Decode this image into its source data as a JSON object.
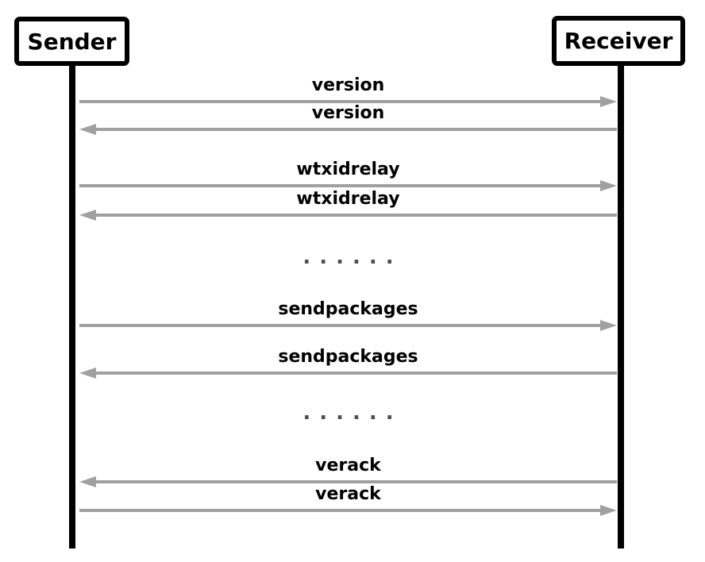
{
  "diagram": {
    "actors": [
      {
        "name": "Sender"
      },
      {
        "name": "Receiver"
      }
    ],
    "messages": [
      {
        "label": "version",
        "from": "Sender",
        "to": "Receiver",
        "direction": "right"
      },
      {
        "label": "version",
        "from": "Receiver",
        "to": "Sender",
        "direction": "left"
      },
      {
        "label": "wtxidrelay",
        "from": "Sender",
        "to": "Receiver",
        "direction": "right"
      },
      {
        "label": "wtxidrelay",
        "from": "Receiver",
        "to": "Sender",
        "direction": "left"
      },
      {
        "type": "ellipsis",
        "label": "......"
      },
      {
        "label": "sendpackages",
        "from": "Sender",
        "to": "Receiver",
        "direction": "right"
      },
      {
        "label": "sendpackages",
        "from": "Receiver",
        "to": "Sender",
        "direction": "left"
      },
      {
        "type": "ellipsis",
        "label": "......"
      },
      {
        "label": "verack",
        "from": "Receiver",
        "to": "Sender",
        "direction": "left"
      },
      {
        "label": "verack",
        "from": "Sender",
        "to": "Receiver",
        "direction": "right"
      }
    ],
    "colors": {
      "arrow": "#a0a0a0",
      "lifeline": "#000000",
      "label_text": "#000000",
      "ellipsis": "#4d4d4d",
      "background": "#ffffff"
    }
  }
}
